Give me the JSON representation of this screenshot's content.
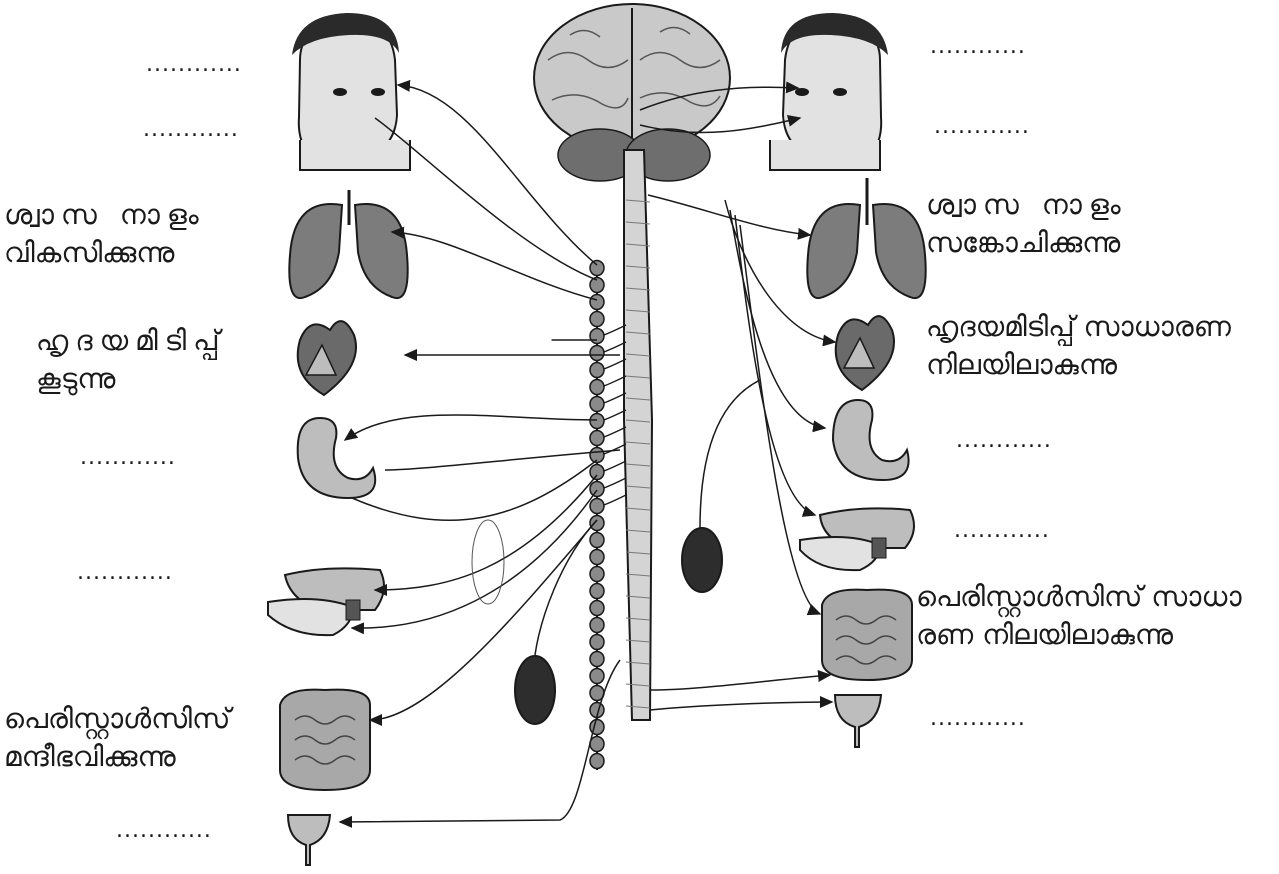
{
  "colors": {
    "ink": "#1a1a1a",
    "organ_fill": "#bdbdbd",
    "organ_dark": "#3a3a3a",
    "brain_fill": "#c9c9c9",
    "cord_fill": "#d4d4d4",
    "ganglion_fill": "#8a8a8a"
  },
  "left_side": {
    "blank_eye": "............",
    "blank_mouth": "............",
    "lungs_label": {
      "line1": "ശ്വാസ നാളം",
      "line2": "വികസിക്കുന്നു"
    },
    "heart_label": {
      "line1": "ഹൃദയമിടിപ്പ്",
      "line2": "കൂടുന്നു"
    },
    "blank_stomach": "............",
    "blank_pancreas": "............",
    "intestine_label": {
      "line1": "പെരിസ്റ്റാൾസിസ്",
      "line2": "മന്ദീഭവിക്കുന്നു"
    },
    "blank_bladder": "............"
  },
  "right_side": {
    "blank_eye": "............",
    "blank_mouth": "............",
    "lungs_label": {
      "line1": "ശ്വാസ നാളം",
      "line2": "സങ്കോചിക്കുന്നു"
    },
    "heart_label": {
      "line1": "ഹൃദയമിടിപ്പ് സാധാരണ",
      "line2": "നിലയിലാകുന്നു"
    },
    "blank_stomach": "............",
    "blank_pancreas": "............",
    "intestine_label": {
      "line1": "പെരിസ്റ്റാൾസിസ് സാധാ",
      "line2": "രണ നിലയിലാകുന്നു"
    },
    "blank_bladder": "............"
  }
}
